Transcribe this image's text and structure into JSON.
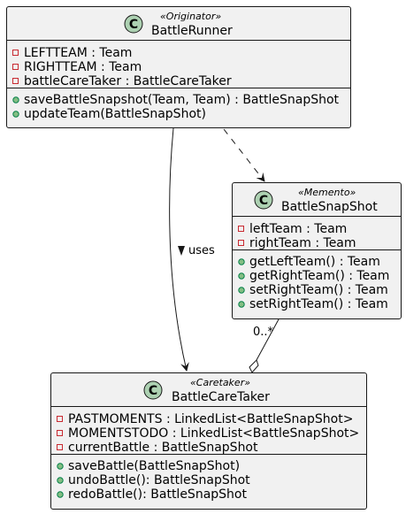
{
  "diagram": {
    "classes": {
      "battle_runner": {
        "stereotype": "«Originator»",
        "name": "BattleRunner",
        "icon": "class-c-icon",
        "fields": [
          {
            "visibility": "private",
            "text": "LEFTTEAM : Team"
          },
          {
            "visibility": "private",
            "text": "RIGHTTEAM : Team"
          },
          {
            "visibility": "private",
            "text": "battleCareTaker : BattleCareTaker"
          }
        ],
        "methods": [
          {
            "visibility": "public",
            "text": "saveBattleSnapshot(Team, Team) : BattleSnapShot"
          },
          {
            "visibility": "public",
            "text": "updateTeam(BattleSnapShot)"
          }
        ]
      },
      "battle_snapshot": {
        "stereotype": "«Memento»",
        "name": "BattleSnapShot",
        "icon": "class-c-icon",
        "fields": [
          {
            "visibility": "private",
            "text": "leftTeam : Team"
          },
          {
            "visibility": "private",
            "text": "rightTeam : Team"
          }
        ],
        "methods": [
          {
            "visibility": "public",
            "text": "getLeftTeam() : Team"
          },
          {
            "visibility": "public",
            "text": "getRightTeam() : Team"
          },
          {
            "visibility": "public",
            "text": "setRightTeam() : Team"
          },
          {
            "visibility": "public",
            "text": "setRightTeam() : Team"
          }
        ]
      },
      "battle_caretaker": {
        "stereotype": "«Caretaker»",
        "name": "BattleCareTaker",
        "icon": "class-c-icon",
        "fields": [
          {
            "visibility": "private",
            "text": "PASTMOMENTS : LinkedList<BattleSnapShot>"
          },
          {
            "visibility": "private",
            "text": "MOMENTSTODO : LinkedList<BattleSnapShot>"
          },
          {
            "visibility": "private",
            "text": "currentBattle : BattleSnapShot"
          }
        ],
        "methods": [
          {
            "visibility": "public",
            "text": "saveBattle(BattleSnapShot)"
          },
          {
            "visibility": "public",
            "text": "undoBattle(): BattleSnapShot"
          },
          {
            "visibility": "public",
            "text": "redoBattle(): BattleSnapShot"
          }
        ]
      }
    },
    "edges": {
      "uses_label": "uses",
      "aggregation_multiplicity": "0..*"
    },
    "colors": {
      "box_fill": "#f1f1f1",
      "border": "#181818",
      "icon_fill": "#add1b2",
      "icon_letter": "#000000",
      "private_marker": "#c82930",
      "public_fill": "#84be84",
      "public_stroke": "#038048"
    }
  }
}
